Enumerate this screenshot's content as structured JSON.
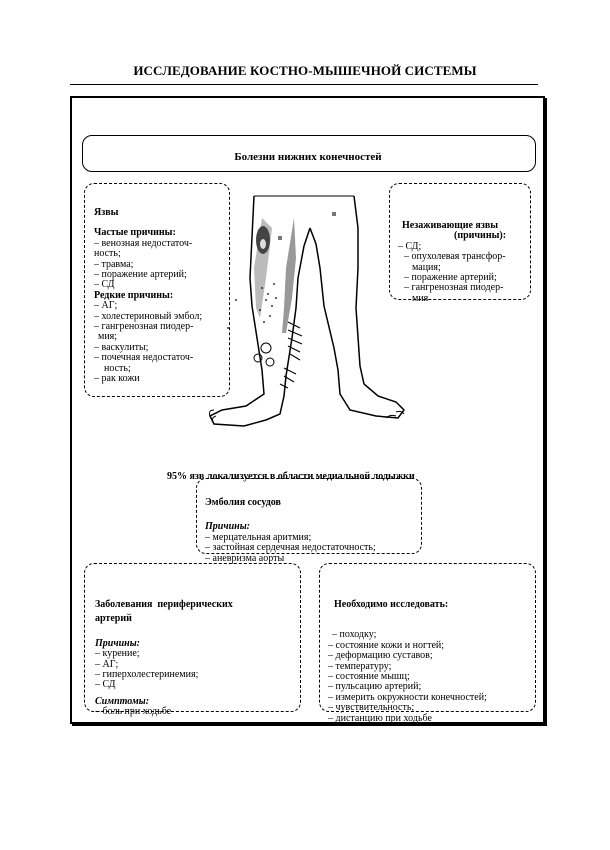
{
  "header": {
    "title": "ИССЛЕДОВАНИЕ КОСТНО-МЫШЕЧНОЙ СИСТЕМЫ"
  },
  "main": {
    "title": "Болезни нижних конечностей",
    "ulcers": {
      "heading": "Язвы",
      "frequent_heading": "Частые причины:",
      "frequent": [
        "– венозная недостаточ-",
        "ность;",
        "– травма;",
        "– поражение артерий;",
        "– СД"
      ],
      "rare_heading": "Редкие причины:",
      "rare": [
        "– АГ;",
        "– холестериновый эмбол;",
        "– гангренозная пиодер-",
        "мия;",
        "– васкулиты;",
        "– почечная недостаточ-",
        "ность;",
        "– рак кожи"
      ]
    },
    "non_healing": {
      "heading_line1": "Незаживающие язвы",
      "heading_line2": "(причины):",
      "items": [
        "– СД;",
        "– опухолевая трансфор-",
        "мация;",
        "– поражение артерий;",
        "– гангренозная пиодер-",
        "мия"
      ]
    },
    "ankle_note": "95% язв локализуется в области медиальной лодыжки",
    "embolism": {
      "heading": "Эмболия сосудов",
      "causes_heading": "Причины:",
      "items": [
        "– мерцательная аритмия;",
        "– застойная сердечная недостаточность;",
        "– аневризма аорты"
      ]
    },
    "peripheral": {
      "heading_line1": "Заболевания  периферических",
      "heading_line2": "артерий",
      "causes_heading": "Причины:",
      "items": [
        "– курение;",
        "– АГ;",
        "– гиперхолестеринемия;",
        "– СД"
      ],
      "symptoms_heading": "Симптомы:",
      "symptoms": [
        "– боль при ходьбе"
      ]
    },
    "examine": {
      "heading": "Необходимо исследовать:",
      "items": [
        "– походку;",
        "– состояние кожи и ногтей;",
        "– деформацию суставов;",
        "– температуру;",
        "– состояние мышц;",
        "– пульсацию артерий;",
        "– измерить окружности конечностей;",
        "– чувствительность;",
        "– дистанцию при ходьбе"
      ]
    }
  }
}
